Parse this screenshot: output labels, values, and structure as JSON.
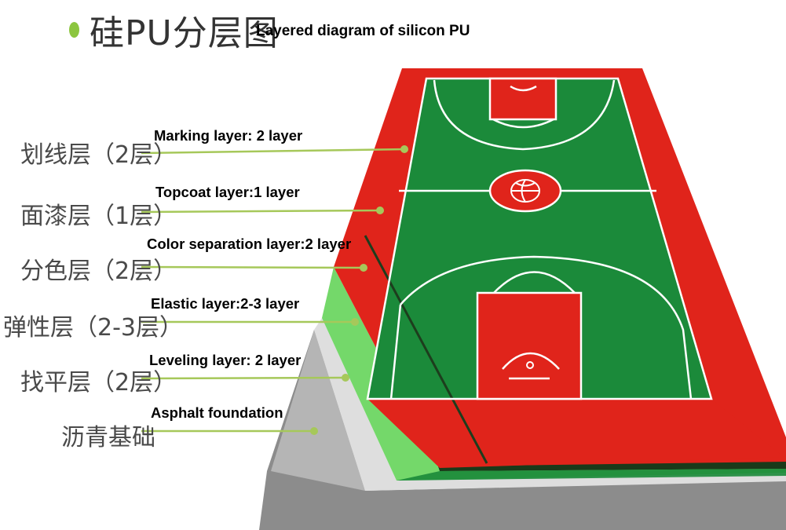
{
  "title": {
    "cn": "硅PU分层图",
    "en": "Layered diagram of silicon PU"
  },
  "layers": [
    {
      "cn": "划线层（2层）",
      "en": "Marking layer: 2 layer"
    },
    {
      "cn": "面漆层（1层）",
      "en": "Topcoat layer:1 layer"
    },
    {
      "cn": "分色层（2层）",
      "en": "Color separation layer:2 layer"
    },
    {
      "cn": "弹性层（2-3层）",
      "en": "Elastic layer:2-3 layer"
    },
    {
      "cn": "找平层（2层）",
      "en": "Leveling layer:  2 layer"
    },
    {
      "cn": "沥青基础",
      "en": "Asphalt foundation"
    }
  ],
  "colors": {
    "court_green": "#1b8a3a",
    "court_red": "#e0241b",
    "elastic_green": "#74d86a",
    "leveling_gray": "#dcdcdc",
    "asphalt_gray": "#8a8a8a",
    "leader_line": "#a6c85a",
    "court_line": "#ffffff"
  }
}
